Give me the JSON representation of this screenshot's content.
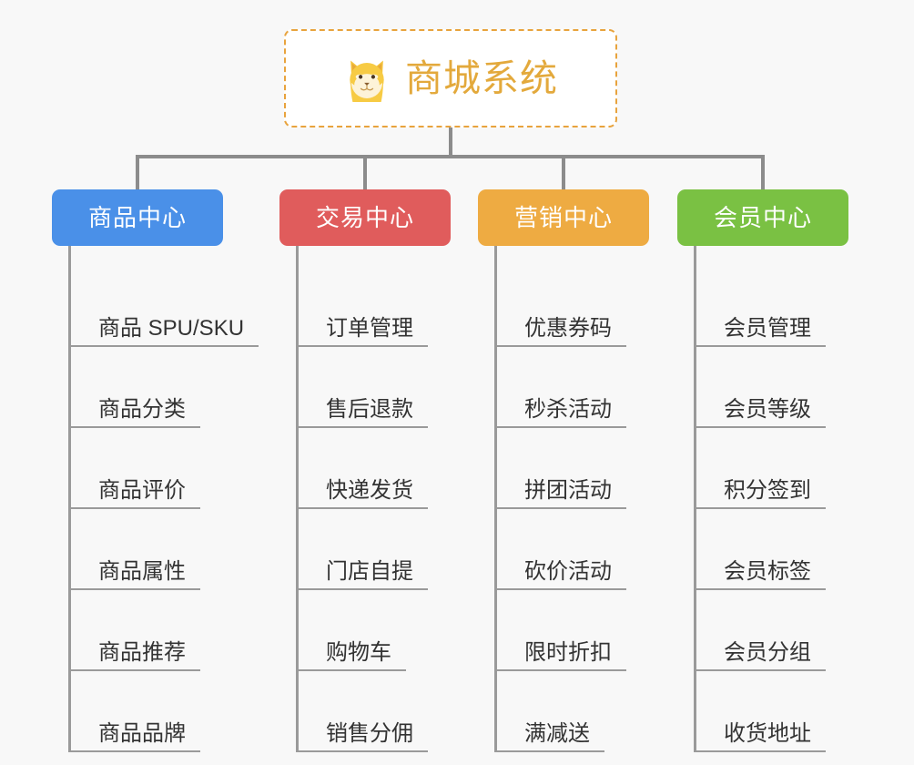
{
  "diagram": {
    "background_color": "#f8f8f8",
    "connector_color": "#8c8c8c",
    "root": {
      "title": "商城系统",
      "icon": "shiba-dog-emoji",
      "title_color": "#e3a93c",
      "border_color": "#e8a33d",
      "background_color": "#ffffff"
    },
    "columns": [
      {
        "category": "商品中心",
        "color": "#4a90e8",
        "items": [
          "商品 SPU/SKU",
          "商品分类",
          "商品评价",
          "商品属性",
          "商品推荐",
          "商品品牌"
        ]
      },
      {
        "category": "交易中心",
        "color": "#e05c5c",
        "items": [
          "订单管理",
          "售后退款",
          "快递发货",
          "门店自提",
          "购物车",
          "销售分佣"
        ]
      },
      {
        "category": "营销中心",
        "color": "#eeab42",
        "items": [
          "优惠券码",
          "秒杀活动",
          "拼团活动",
          "砍价活动",
          "限时折扣",
          "满减送"
        ]
      },
      {
        "category": "会员中心",
        "color": "#7ac143",
        "items": [
          "会员管理",
          "会员等级",
          "积分签到",
          "会员标签",
          "会员分组",
          "收货地址"
        ]
      }
    ]
  }
}
